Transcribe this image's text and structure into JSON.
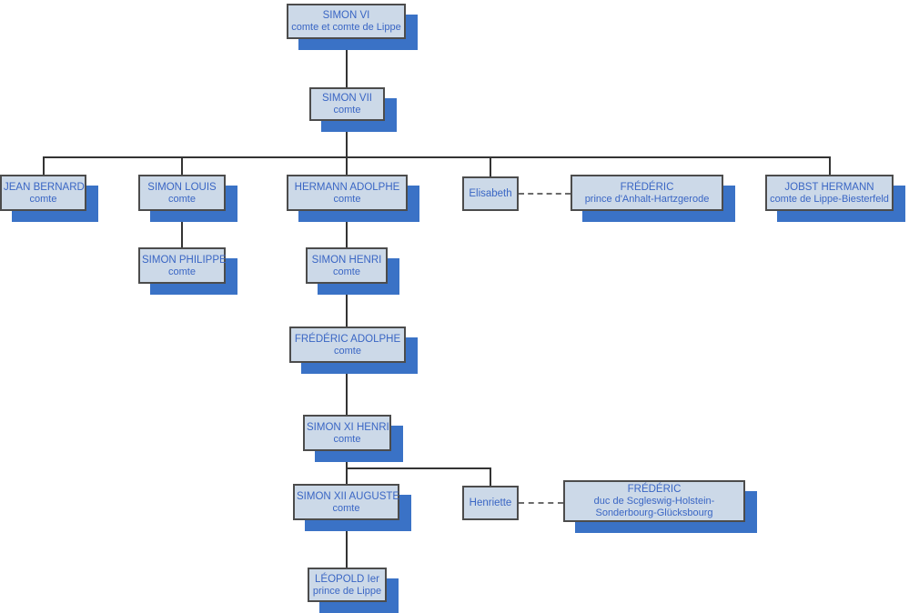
{
  "diagram_type": "family-tree-organigram",
  "colors": {
    "node_fill": "#ccd9e8",
    "node_border": "#4c4c4c",
    "shadow_color": "#3a72c6",
    "text_color": "#3a66c4",
    "line_color": "#333333",
    "dash_color": "#6b6b6b"
  },
  "nodes": [
    {
      "id": "simon-vi",
      "name": "SIMON VI",
      "subtitle": "comte et comte de Lippe"
    },
    {
      "id": "simon-vii",
      "name": "SIMON VII",
      "subtitle": "comte"
    },
    {
      "id": "jean-bernard",
      "name": "JEAN BERNARD",
      "subtitle": "comte"
    },
    {
      "id": "simon-louis",
      "name": "SIMON LOUIS",
      "subtitle": "comte"
    },
    {
      "id": "hermann-adolphe",
      "name": "HERMANN ADOLPHE",
      "subtitle": "comte"
    },
    {
      "id": "elisabeth",
      "name": "Elisabeth",
      "subtitle": ""
    },
    {
      "id": "frederic-anhalt",
      "name": "FRÉDÉRIC",
      "subtitle": "prince d'Anhalt-Hartzgerode"
    },
    {
      "id": "jobst-hermann",
      "name": "JOBST HERMANN",
      "subtitle": "comte de Lippe-Biesterfeld"
    },
    {
      "id": "simon-philippe",
      "name": "SIMON PHILIPPE",
      "subtitle": "comte"
    },
    {
      "id": "simon-henri",
      "name": "SIMON HENRI",
      "subtitle": "comte"
    },
    {
      "id": "frederic-adolphe",
      "name": "FRÉDÉRIC ADOLPHE",
      "subtitle": "comte"
    },
    {
      "id": "simon-xi-henri",
      "name": "SIMON XI HENRI",
      "subtitle": "comte"
    },
    {
      "id": "simon-xii-auguste",
      "name": "SIMON XII AUGUSTE",
      "subtitle": "comte"
    },
    {
      "id": "henriette",
      "name": "Henriette",
      "subtitle": ""
    },
    {
      "id": "frederic-schleswig",
      "name": "FRÉDÉRIC",
      "subtitle": "duc de Scgleswig-Holstein-Sonderbourg-Glücksbourg"
    },
    {
      "id": "leopold-ier",
      "name": "LÉOPOLD Ier",
      "subtitle": "prince de Lippe"
    }
  ]
}
